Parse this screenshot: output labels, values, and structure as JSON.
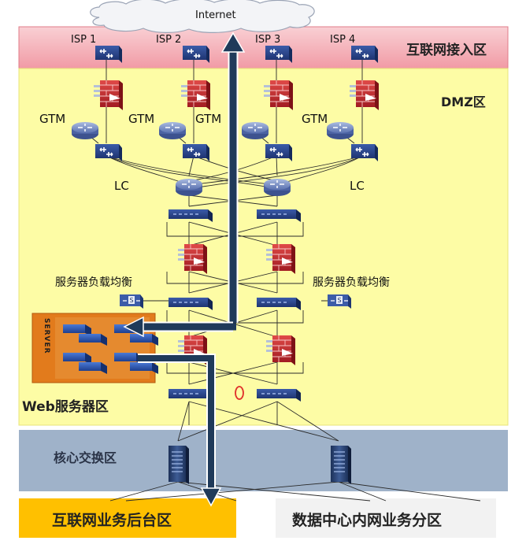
{
  "cloud": {
    "label": "Internet"
  },
  "isps": [
    "ISP 1",
    "ISP 2",
    "ISP 3",
    "ISP 4"
  ],
  "zones": {
    "internet_access": "互联网接入区",
    "dmz": "DMZ区",
    "web_server": "Web服务器区",
    "core_switch": "核心交换区",
    "internet_backend": "互联网业务后台区",
    "dc_intranet": "数据中心内网业务分区"
  },
  "devices": {
    "gtm": [
      "GTM",
      "GTM",
      "GTM",
      "GTM"
    ],
    "lc": [
      "LC",
      "LC"
    ],
    "server_lb": [
      "服务器负载均衡",
      "服务器负载均衡"
    ],
    "server_tag": "SERVER"
  },
  "colors": {
    "access_zone": "#f5b7be",
    "dmz_zone": "#fdfca5",
    "core_zone": "#9fb2c9",
    "backend_zone": "#ffc000",
    "intranet_zone": "#f2f2f2",
    "arrow": "#1f3a5a",
    "server_box": "#e27b1c",
    "firewall": "#c0282d",
    "device_blue": "#2c4a8c"
  }
}
